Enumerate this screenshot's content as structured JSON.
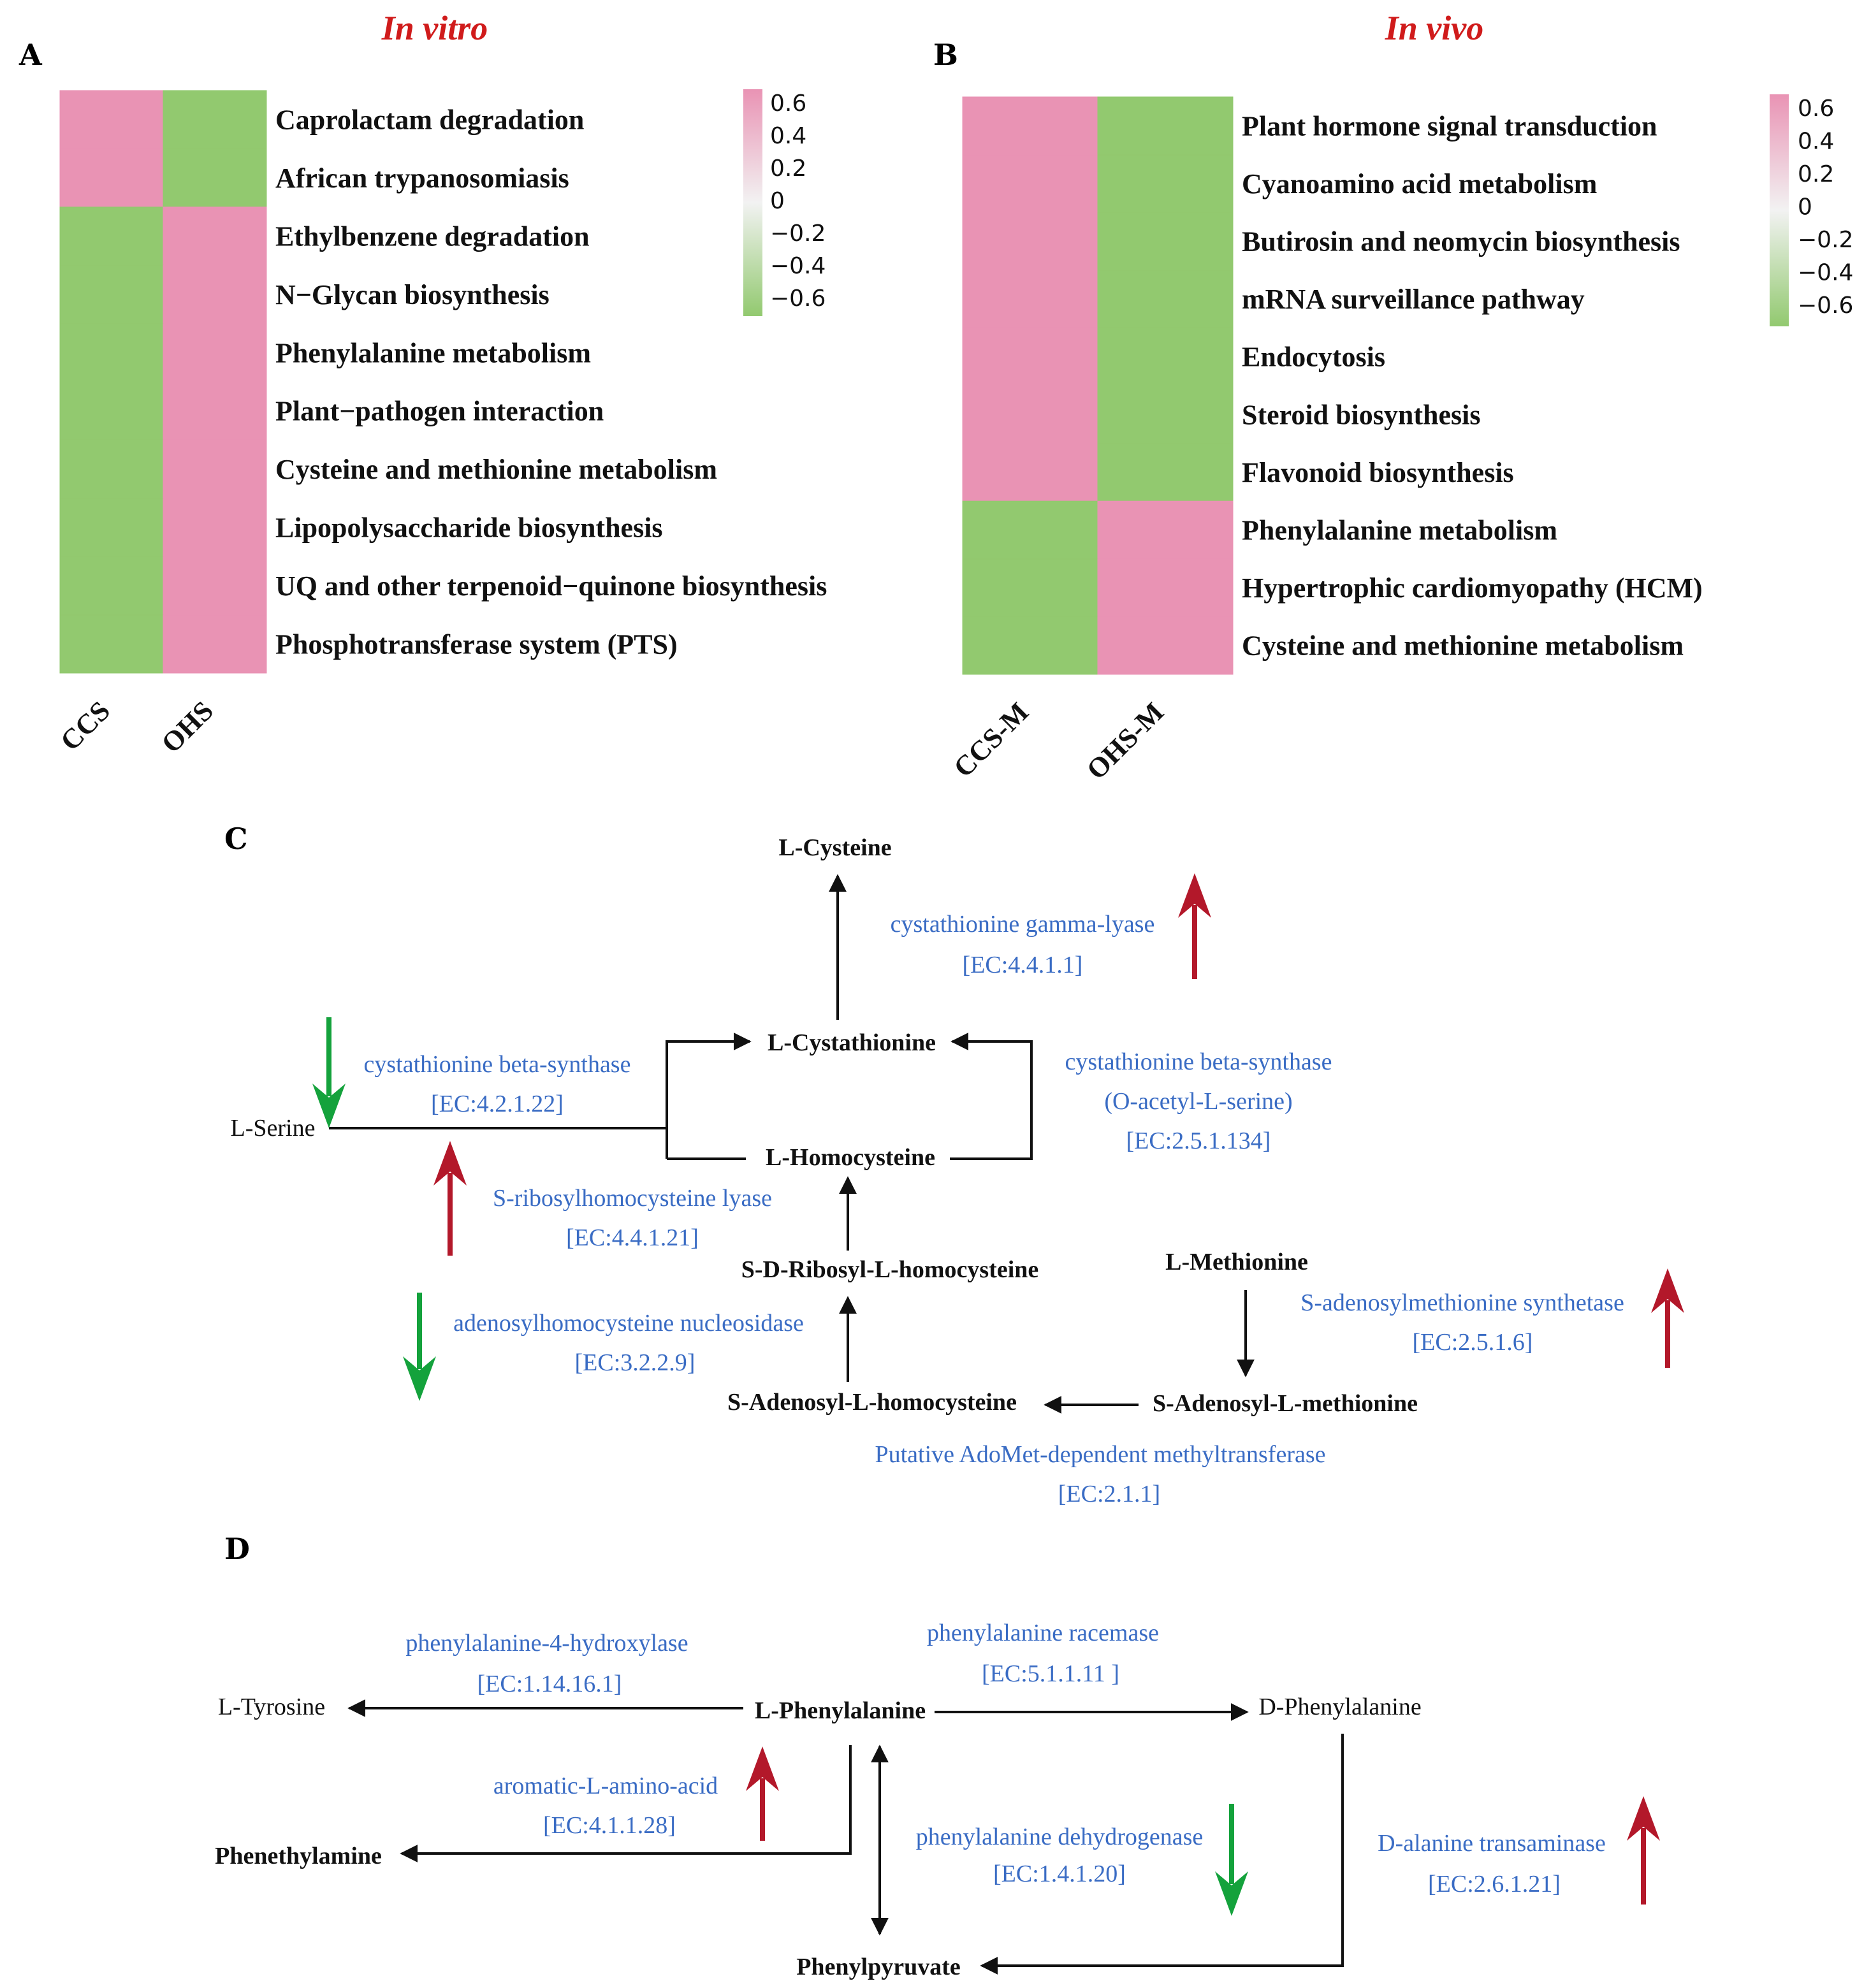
{
  "panels": {
    "A": {
      "letter": "A",
      "title": "In vitro",
      "columns": [
        "CCS",
        "OHS"
      ],
      "rows": [
        {
          "label": "Caprolactam degradation",
          "values": [
            0.6,
            -0.6
          ]
        },
        {
          "label": "African trypanosomiasis",
          "values": [
            0.6,
            -0.6
          ]
        },
        {
          "label": "Ethylbenzene degradation",
          "values": [
            -0.6,
            0.6
          ]
        },
        {
          "label": "N−Glycan biosynthesis",
          "values": [
            -0.6,
            0.6
          ]
        },
        {
          "label": "Phenylalanine metabolism",
          "values": [
            -0.6,
            0.6
          ]
        },
        {
          "label": "Plant−pathogen interaction",
          "values": [
            -0.6,
            0.6
          ]
        },
        {
          "label": "Cysteine and methionine metabolism",
          "values": [
            -0.6,
            0.6
          ]
        },
        {
          "label": "Lipopolysaccharide biosynthesis",
          "values": [
            -0.6,
            0.6
          ]
        },
        {
          "label": "UQ and other terpenoid−quinone biosynthesis",
          "values": [
            -0.6,
            0.6
          ]
        },
        {
          "label": "Phosphotransferase system (PTS)",
          "values": [
            -0.6,
            0.6
          ]
        }
      ],
      "legend_ticks": [
        "0.6",
        "0.4",
        "0.2",
        "0",
        "−0.2",
        "−0.4",
        "−0.6"
      ]
    },
    "B": {
      "letter": "B",
      "title": "In vivo",
      "columns": [
        "CCS-M",
        "OHS-M"
      ],
      "rows": [
        {
          "label": "Plant hormone signal transduction",
          "values": [
            0.6,
            -0.6
          ]
        },
        {
          "label": "Cyanoamino acid metabolism",
          "values": [
            0.6,
            -0.6
          ]
        },
        {
          "label": "Butirosin and neomycin biosynthesis",
          "values": [
            0.6,
            -0.6
          ]
        },
        {
          "label": "mRNA surveillance pathway",
          "values": [
            0.6,
            -0.6
          ]
        },
        {
          "label": "Endocytosis",
          "values": [
            0.6,
            -0.6
          ]
        },
        {
          "label": "Steroid biosynthesis",
          "values": [
            0.6,
            -0.6
          ]
        },
        {
          "label": "Flavonoid biosynthesis",
          "values": [
            0.6,
            -0.6
          ]
        },
        {
          "label": "Phenylalanine metabolism",
          "values": [
            -0.6,
            0.6
          ]
        },
        {
          "label": "Hypertrophic cardiomyopathy (HCM)",
          "values": [
            -0.6,
            0.6
          ]
        },
        {
          "label": "Cysteine and methionine metabolism",
          "values": [
            -0.6,
            0.6
          ]
        }
      ],
      "legend_ticks": [
        "0.6",
        "0.4",
        "0.2",
        "0",
        "−0.2",
        "−0.4",
        "−0.6"
      ]
    },
    "C": {
      "letter": "C",
      "metabolites": {
        "l_cysteine": "L-Cysteine",
        "l_cystathionine": "L-Cystathionine",
        "l_serine": "L-Serine",
        "l_homocysteine": "L-Homocysteine",
        "sdr_homocysteine": "S-D-Ribosyl-L-homocysteine",
        "l_methionine": "L-Methionine",
        "sa_homocysteine": "S-Adenosyl-L-homocysteine",
        "sa_methionine": "S-Adenosyl-L-methionine"
      },
      "enzymes": {
        "cgl_name": "cystathionine gamma-lyase",
        "cgl_ec": "[EC:4.4.1.1]",
        "cbs1_name": "cystathionine beta-synthase",
        "cbs1_ec": "[EC:4.2.1.22]",
        "cbs2_name": "cystathionine beta-synthase",
        "cbs2_sub": "(O-acetyl-L-serine)",
        "cbs2_ec": "[EC:2.5.1.134]",
        "srl_name": "S-ribosylhomocysteine lyase",
        "srl_ec": "[EC:4.4.1.21]",
        "ahn_name": "adenosylhomocysteine nucleosidase",
        "ahn_ec": "[EC:3.2.2.9]",
        "sams_name": "S-adenosylmethionine synthetase",
        "sams_ec": "[EC:2.5.1.6]",
        "mt_name": "Putative AdoMet-dependent methyltransferase",
        "mt_ec": "[EC:2.1.1]"
      }
    },
    "D": {
      "letter": "D",
      "metabolites": {
        "l_tyrosine": "L-Tyrosine",
        "l_phenylalanine": "L-Phenylalanine",
        "d_phenylalanine": "D-Phenylalanine",
        "phenethylamine": "Phenethylamine",
        "phenylpyruvate": "Phenylpyruvate"
      },
      "enzymes": {
        "p4h_name": "phenylalanine-4-hydroxylase",
        "p4h_ec": "[EC:1.14.16.1]",
        "prac_name": "phenylalanine racemase",
        "prac_ec": "[EC:5.1.1.11 ]",
        "aadc_name": "aromatic-L-amino-acid",
        "aadc_ec": "[EC:4.1.1.28]",
        "pdh_name": "phenylalanine dehydrogenase",
        "pdh_ec": "[EC:1.4.1.20]",
        "dat_name": "D-alanine transaminase",
        "dat_ec": "[EC:2.6.1.21]"
      }
    }
  },
  "colors": {
    "high": "#e993b4",
    "low": "#92c96f",
    "mid": "#f2f2f2",
    "title_red": "#d01b1b",
    "enzyme_blue": "#3a6cc4",
    "arrow_up_red": "#b3182a",
    "arrow_down_green": "#14a23c"
  }
}
